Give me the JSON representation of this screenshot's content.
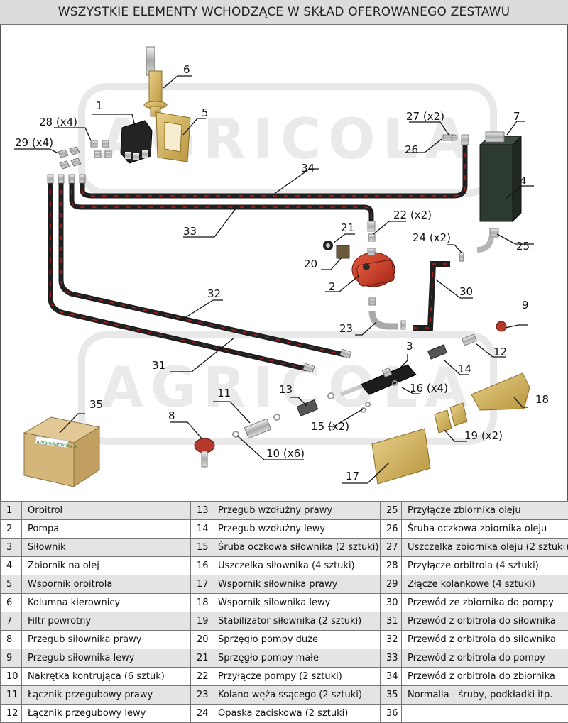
{
  "title": "WSZYSTKIE ELEMENTY WCHODZĄCE W SKŁAD OFEROWANEGO ZESTAWU",
  "watermark": "AGRICOLA",
  "box_label": "allegrodlarolnika.pl",
  "callouts": {
    "c1": "1",
    "c2": "2",
    "c3": "3",
    "c4": "4",
    "c5": "5",
    "c6": "6",
    "c7": "7",
    "c8": "8",
    "c9": "9",
    "c10": "10 (x6)",
    "c11": "11",
    "c12": "12",
    "c13": "13",
    "c14": "14",
    "c15": "15 (x2)",
    "c16": "16 (x4)",
    "c17": "17",
    "c18": "18",
    "c19": "19 (x2)",
    "c20": "20",
    "c21": "21",
    "c22": "22 (x2)",
    "c23": "23",
    "c24": "24 (x2)",
    "c25": "25",
    "c26": "26",
    "c27": "27 (x2)",
    "c28": "28 (x4)",
    "c29": "29 (x4)",
    "c30": "30",
    "c31": "31",
    "c32": "32",
    "c33": "33",
    "c34": "34",
    "c35": "35"
  },
  "table": [
    [
      {
        "n": "1",
        "t": "Orbitrol"
      },
      {
        "n": "13",
        "t": "Przegub wzdłużny prawy"
      },
      {
        "n": "25",
        "t": "Przyłącze zbiornika oleju"
      }
    ],
    [
      {
        "n": "2",
        "t": "Pompa"
      },
      {
        "n": "14",
        "t": "Przegub wzdłużny lewy"
      },
      {
        "n": "26",
        "t": "Śruba oczkowa zbiornika oleju"
      }
    ],
    [
      {
        "n": "3",
        "t": "Siłownik"
      },
      {
        "n": "15",
        "t": "Śruba oczkowa siłownika (2 sztuki)"
      },
      {
        "n": "27",
        "t": "Uszczelka zbiornika oleju (2 sztuki)"
      }
    ],
    [
      {
        "n": "4",
        "t": "Zbiornik na olej"
      },
      {
        "n": "16",
        "t": "Uszczelka siłownika (4 sztuki)"
      },
      {
        "n": "28",
        "t": "Przyłącze orbitrola (4 sztuki)"
      }
    ],
    [
      {
        "n": "5",
        "t": "Wspornik orbitrola"
      },
      {
        "n": "17",
        "t": "Wspornik siłownika prawy"
      },
      {
        "n": "29",
        "t": "Złącze kolankowe (4 sztuki)"
      }
    ],
    [
      {
        "n": "6",
        "t": "Kolumna kierownicy"
      },
      {
        "n": "18",
        "t": "Wspornik siłownika lewy"
      },
      {
        "n": "30",
        "t": "Przewód ze zbiornika do pompy"
      }
    ],
    [
      {
        "n": "7",
        "t": "Filtr powrotny"
      },
      {
        "n": "19",
        "t": "Stabilizator siłownika (2 sztuki)"
      },
      {
        "n": "31",
        "t": "Przewód z orbitrola do siłownika"
      }
    ],
    [
      {
        "n": "8",
        "t": "Przegub siłownika prawy"
      },
      {
        "n": "20",
        "t": "Sprzęgło pompy duże"
      },
      {
        "n": "32",
        "t": "Przewód z orbitrola do siłownika"
      }
    ],
    [
      {
        "n": "9",
        "t": "Przegub siłownika lewy"
      },
      {
        "n": "21",
        "t": "Sprzęgło pompy małe"
      },
      {
        "n": "33",
        "t": "Przewód z orbitrola do pompy"
      }
    ],
    [
      {
        "n": "10",
        "t": "Nakrętka kontrująca (6 sztuk)"
      },
      {
        "n": "22",
        "t": "Przyłącze pompy (2 sztuki)"
      },
      {
        "n": "34",
        "t": "Przewód z orbitrola do zbiornika"
      }
    ],
    [
      {
        "n": "11",
        "t": "Łącznik przegubowy prawy"
      },
      {
        "n": "23",
        "t": "Kolano węża ssącego (2 sztuki)"
      },
      {
        "n": "35",
        "t": "Normalia - śruby, podkładki itp."
      }
    ],
    [
      {
        "n": "12",
        "t": "Łącznik przegubowy lewy"
      },
      {
        "n": "24",
        "t": "Opaska zaciskowa (2 sztuki)"
      },
      {
        "n": "36",
        "t": ""
      }
    ]
  ]
}
